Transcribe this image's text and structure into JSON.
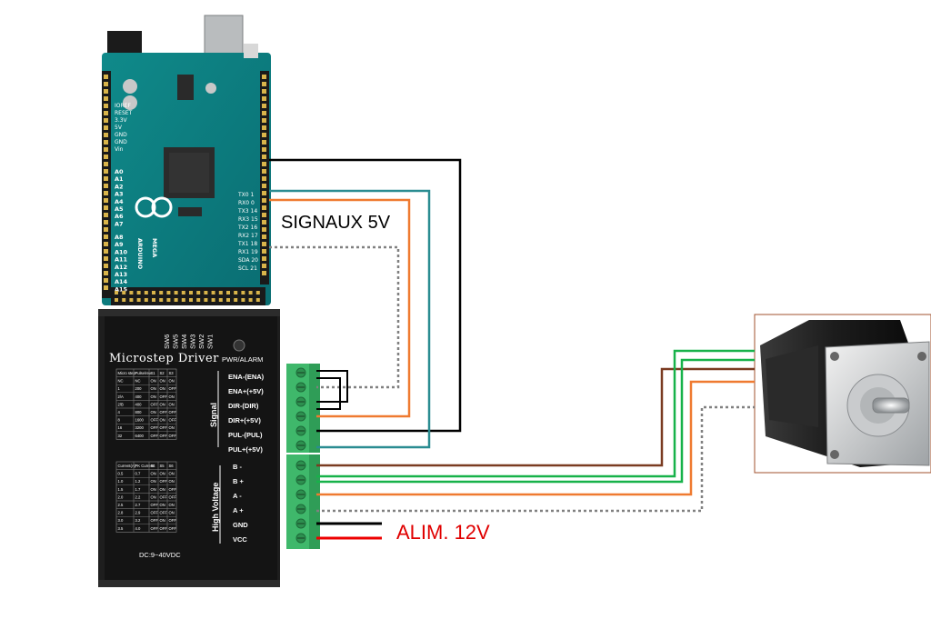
{
  "labels": {
    "signals": "SIGNAUX 5V",
    "power": "ALIM. 12V"
  },
  "arduino": {
    "brand": "ARDUINO",
    "model": "MEGA",
    "pins_left_top": [
      "A0",
      "A1",
      "A2",
      "A3",
      "A4",
      "A5",
      "A6",
      "A7"
    ],
    "pins_left_bottom": [
      "A8",
      "A9",
      "A10",
      "A11",
      "A12",
      "A13",
      "A14",
      "A15"
    ],
    "power_labels": [
      "IOREF",
      "RESET",
      "3.3V",
      "5V",
      "GND",
      "GND",
      "Vin"
    ],
    "digital_labels": [
      "TX0 1",
      "RX0 0",
      "TX3 14",
      "RX3 15",
      "TX2 16",
      "RX2 17",
      "TX1 18",
      "RX1 19",
      "SDA 20",
      "SCL 21"
    ]
  },
  "driver": {
    "title": "Microstep Driver",
    "switches": [
      "SW6",
      "SW5",
      "SW4",
      "SW3",
      "SW2",
      "SW1"
    ],
    "pwr_alarm": "PWR/ALARM",
    "signal_group": "Signal",
    "signal_pins": [
      "ENA-(ENA)",
      "ENA+(+5V)",
      "DIR-(DIR)",
      "DIR+(+5V)",
      "PUL-(PUL)",
      "PUL+(+5V)"
    ],
    "hv_group": "High Voltage",
    "hv_pins": [
      "B -",
      "B +",
      "A -",
      "A +",
      "GND",
      "VCC"
    ],
    "dc_label": "DC:9~40VDC",
    "table1_header": [
      "Micro step",
      "Pulse/rev",
      "S1",
      "S2",
      "S3"
    ],
    "table1_rows": [
      [
        "NC",
        "NC",
        "ON",
        "ON",
        "ON"
      ],
      [
        "1",
        "200",
        "ON",
        "ON",
        "OFF"
      ],
      [
        "2/A",
        "400",
        "ON",
        "OFF",
        "ON"
      ],
      [
        "2/B",
        "400",
        "OFF",
        "ON",
        "ON"
      ],
      [
        "4",
        "800",
        "ON",
        "OFF",
        "OFF"
      ],
      [
        "8",
        "1600",
        "OFF",
        "ON",
        "OFF"
      ],
      [
        "16",
        "3200",
        "OFF",
        "OFF",
        "ON"
      ],
      [
        "32",
        "6400",
        "OFF",
        "OFF",
        "OFF"
      ]
    ],
    "table2_header": [
      "Current(A)",
      "PK Current",
      "S4",
      "S5",
      "S6"
    ],
    "table2_rows": [
      [
        "0.5",
        "0.7",
        "ON",
        "ON",
        "ON"
      ],
      [
        "1.0",
        "1.2",
        "ON",
        "OFF",
        "ON"
      ],
      [
        "1.5",
        "1.7",
        "ON",
        "ON",
        "OFF"
      ],
      [
        "2.0",
        "2.2",
        "ON",
        "OFF",
        "OFF"
      ],
      [
        "2.5",
        "2.7",
        "OFF",
        "ON",
        "ON"
      ],
      [
        "2.8",
        "2.9",
        "OFF",
        "OFF",
        "ON"
      ],
      [
        "3.0",
        "3.2",
        "OFF",
        "ON",
        "OFF"
      ],
      [
        "3.5",
        "4.0",
        "OFF",
        "OFF",
        "OFF"
      ]
    ]
  },
  "wire_colors": {
    "black": "#000000",
    "teal": "#2a8c91",
    "orange": "#ef7a30",
    "gray_dotted": "#808080",
    "green": "#17b24a",
    "brown": "#7a3b21",
    "red": "#ee0000"
  }
}
